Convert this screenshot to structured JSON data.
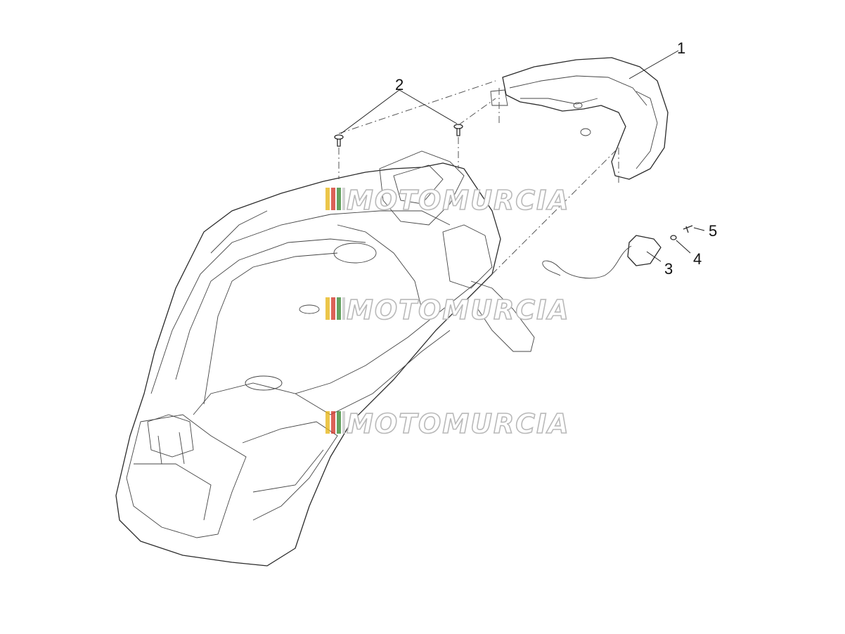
{
  "callouts": [
    {
      "id": "1",
      "label": "1"
    },
    {
      "id": "2",
      "label": "2"
    },
    {
      "id": "3",
      "label": "3"
    },
    {
      "id": "4",
      "label": "4"
    },
    {
      "id": "5",
      "label": "5"
    }
  ],
  "watermark": {
    "text": "MOTOMURCIA",
    "colors": [
      "#e7b81d",
      "#d23b2e",
      "#3e8c3a",
      "#c8c8c8"
    ]
  }
}
